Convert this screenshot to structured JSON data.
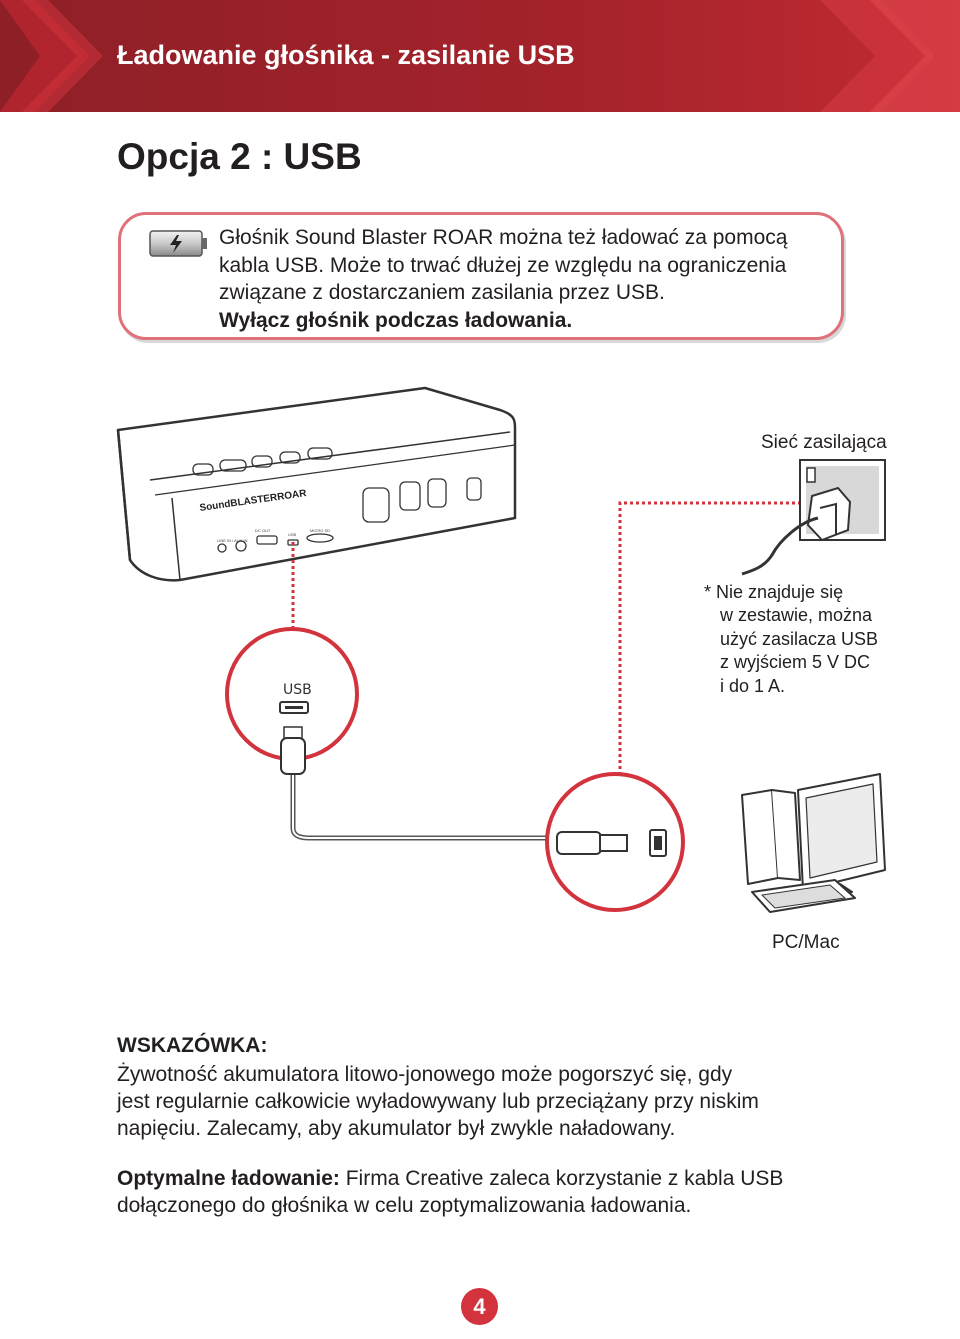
{
  "header": {
    "title": "Ładowanie głośnika - zasilanie USB"
  },
  "section": {
    "title": "Opcja 2 : USB"
  },
  "note": {
    "lines": [
      "Głośnik Sound Blaster ROAR można też ładować za pomocą",
      "kabla USB. Może to trwać dłużej ze względu na ograniczenia",
      "związane z dostarczaniem zasilania przez USB."
    ],
    "bold_line": "Wyłącz głośnik podczas ładowania.",
    "icon": "battery-charging-icon"
  },
  "diagram": {
    "speaker_brand": "SoundBLASTERROAR",
    "speaker_port_labels": [
      "LINE IN / AUX IN",
      "DC OUT",
      "USB",
      "MICRO SD"
    ],
    "usb_callout_label": "USB",
    "power_outlet_label": "Sieć zasilająca",
    "disclaimer_lines": [
      "* Nie znajduje się",
      "w zestawie, można",
      "użyć zasilacza USB",
      "z wyjściem 5 V DC",
      "i do 1 A."
    ],
    "pc_label": "PC/Mac",
    "accent_color": "#d3333d"
  },
  "tip": {
    "title": "WSKAZÓWKA:",
    "lines": [
      "Żywotność akumulatora litowo-jonowego może pogorszyć się, gdy",
      "jest regularnie całkowicie wyładowywany lub przeciążany przy niskim",
      "napięciu. Zalecamy, aby akumulator był zwykle naładowany."
    ]
  },
  "optimal": {
    "label": "Optymalne ładowanie:",
    "line1": " Firma Creative zaleca korzystanie z kabla USB",
    "line2": "dołączonego do głośnika w celu zoptymalizowania ładowania."
  },
  "page_number": "4"
}
